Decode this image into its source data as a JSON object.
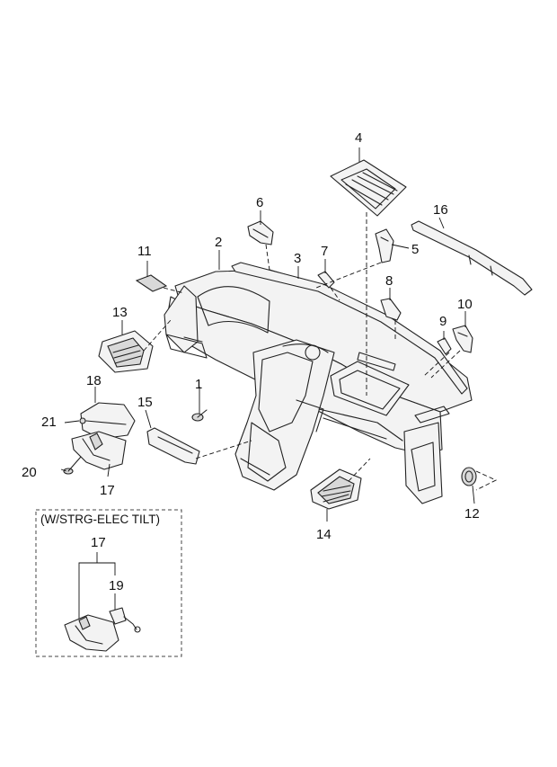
{
  "callouts": {
    "c1": "1",
    "c2": "2",
    "c3": "3",
    "c4": "4",
    "c5": "5",
    "c6": "6",
    "c7": "7",
    "c8": "8",
    "c9": "9",
    "c10": "10",
    "c11": "11",
    "c12": "12",
    "c13": "13",
    "c14": "14",
    "c15": "15",
    "c16": "16",
    "c17": "17",
    "c18": "18",
    "c19": "19",
    "c20": "20",
    "c21": "21",
    "c17b": "17"
  },
  "inset": {
    "title": "(W/STRG-ELEC TILT)"
  }
}
